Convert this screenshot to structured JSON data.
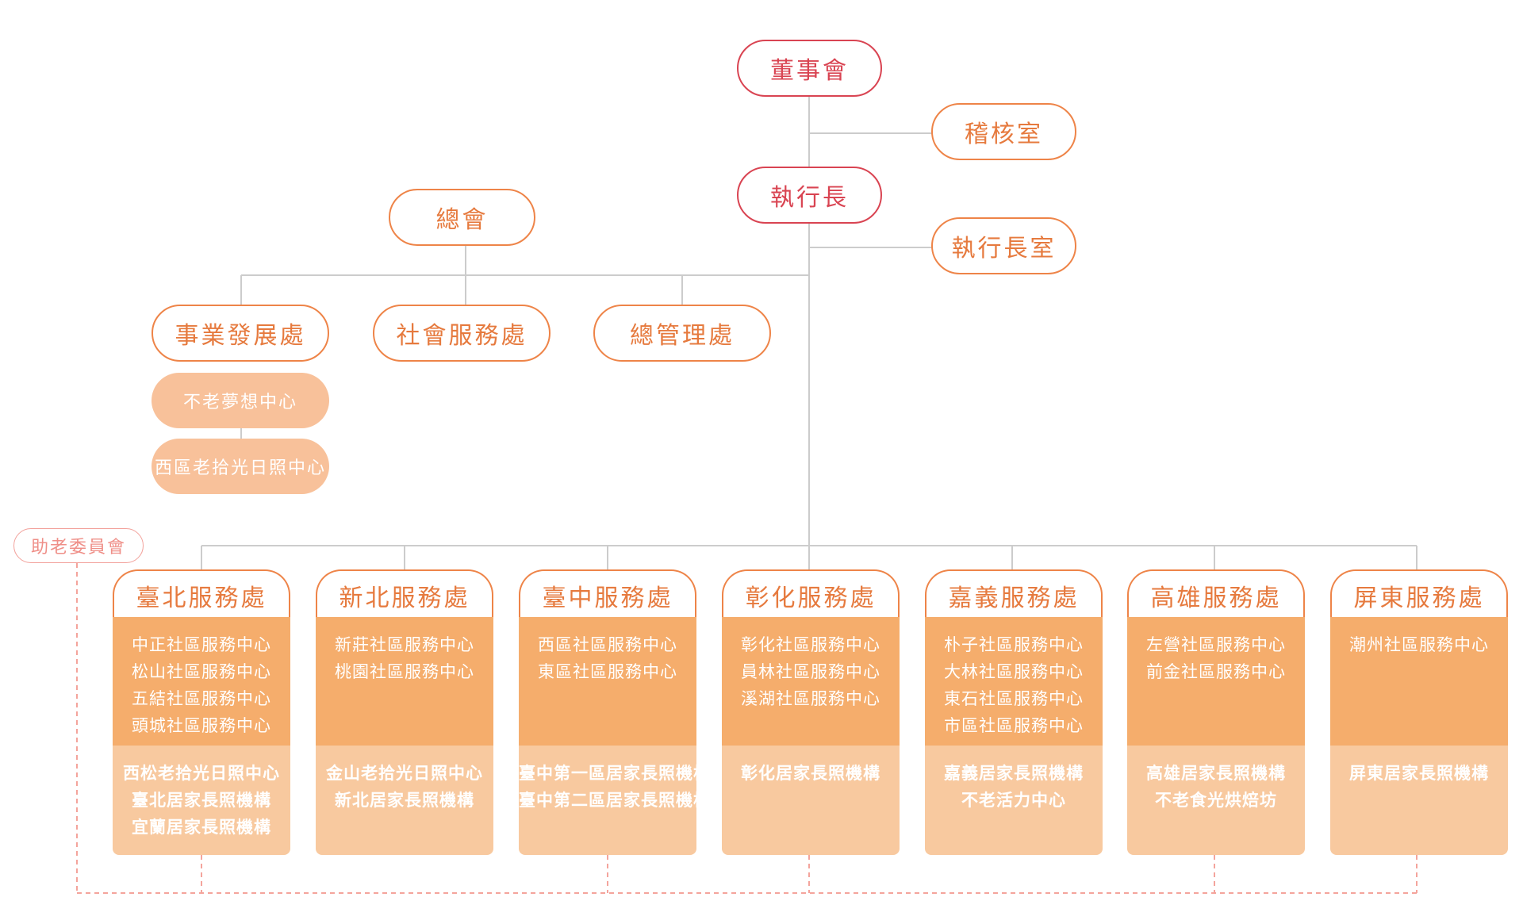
{
  "colors": {
    "red": "#d94452",
    "orange": "#ee8448",
    "mid_fill": "#f5ad6c",
    "light_fill": "#f8c99f",
    "connector": "#cccccc",
    "dashed": "#f4a49c"
  },
  "top": {
    "board": "董事會",
    "audit": "稽核室",
    "ceo": "執行長",
    "ceo_office": "執行長室",
    "hq": "總會"
  },
  "divisions": {
    "business_dev": "事業發展處",
    "social_service": "社會服務處",
    "general_admin": "總管理處"
  },
  "centers": {
    "dream": "不老夢想中心",
    "west_day": "西區老拾光日照中心"
  },
  "committee": "助老委員會",
  "offices": [
    {
      "name": "臺北服務處",
      "community": [
        "中正社區服務中心",
        "松山社區服務中心",
        "五結社區服務中心",
        "頭城社區服務中心"
      ],
      "facilities": [
        "西松老拾光日照中心",
        "臺北居家長照機構",
        "宜蘭居家長照機構"
      ]
    },
    {
      "name": "新北服務處",
      "community": [
        "新莊社區服務中心",
        "桃園社區服務中心"
      ],
      "facilities": [
        "金山老拾光日照中心",
        "新北居家長照機構"
      ]
    },
    {
      "name": "臺中服務處",
      "community": [
        "西區社區服務中心",
        "東區社區服務中心"
      ],
      "facilities": [
        "臺中第一區居家長照機構",
        "臺中第二區居家長照機構"
      ]
    },
    {
      "name": "彰化服務處",
      "community": [
        "彰化社區服務中心",
        "員林社區服務中心",
        "溪湖社區服務中心"
      ],
      "facilities": [
        "彰化居家長照機構"
      ]
    },
    {
      "name": "嘉義服務處",
      "community": [
        "朴子社區服務中心",
        "大林社區服務中心",
        "東石社區服務中心",
        "市區社區服務中心"
      ],
      "facilities": [
        "嘉義居家長照機構",
        "不老活力中心"
      ]
    },
    {
      "name": "高雄服務處",
      "community": [
        "左營社區服務中心",
        "前金社區服務中心"
      ],
      "facilities": [
        "高雄居家長照機構",
        "不老食光烘焙坊"
      ]
    },
    {
      "name": "屏東服務處",
      "community": [
        "潮州社區服務中心"
      ],
      "facilities": [
        "屏東居家長照機構"
      ]
    }
  ]
}
